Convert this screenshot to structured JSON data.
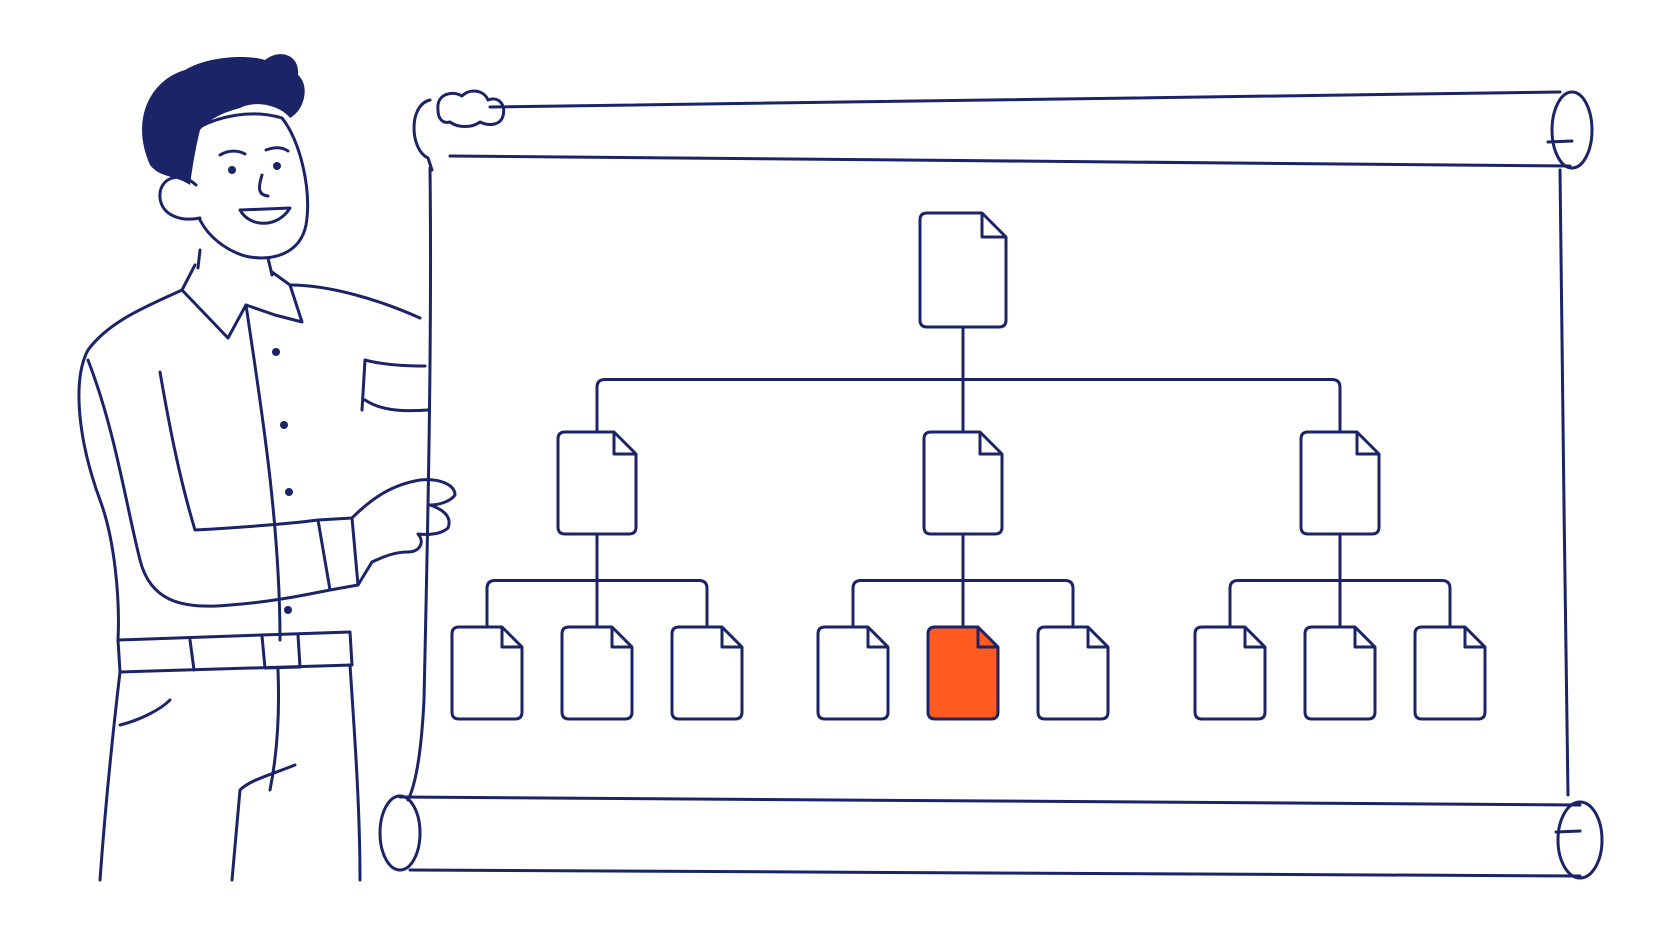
{
  "colors": {
    "ink": "#1b2466",
    "highlight": "#ff5a1f",
    "background": "#ffffff"
  },
  "chart_data": {
    "type": "tree",
    "nodes": [
      {
        "id": "root",
        "parent": null,
        "highlighted": false
      },
      {
        "id": "a",
        "parent": "root",
        "highlighted": false
      },
      {
        "id": "b",
        "parent": "root",
        "highlighted": false
      },
      {
        "id": "c",
        "parent": "root",
        "highlighted": false
      },
      {
        "id": "a1",
        "parent": "a",
        "highlighted": false
      },
      {
        "id": "a2",
        "parent": "a",
        "highlighted": false
      },
      {
        "id": "a3",
        "parent": "a",
        "highlighted": false
      },
      {
        "id": "b1",
        "parent": "b",
        "highlighted": false
      },
      {
        "id": "b2",
        "parent": "b",
        "highlighted": true
      },
      {
        "id": "b3",
        "parent": "b",
        "highlighted": false
      },
      {
        "id": "c1",
        "parent": "c",
        "highlighted": false
      },
      {
        "id": "c2",
        "parent": "c",
        "highlighted": false
      },
      {
        "id": "c3",
        "parent": "c",
        "highlighted": false
      }
    ]
  },
  "icons": {
    "node": "document-icon",
    "person": "presenter-illustration",
    "board": "scroll-banner"
  }
}
